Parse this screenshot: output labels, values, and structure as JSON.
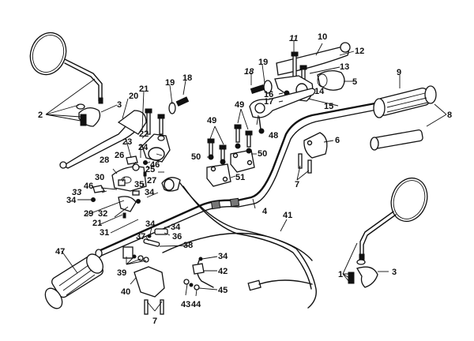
{
  "diagram": {
    "title": "Handlebar assembly exploded parts diagram",
    "background": "#ffffff",
    "ink_color": "#111111",
    "parts": [
      {
        "id": "mirror-left",
        "name": "Rear view mirror (left)"
      },
      {
        "id": "mirror-right",
        "name": "Rear view mirror (right)"
      },
      {
        "id": "handlebar",
        "name": "Handlebar"
      },
      {
        "id": "grip-right",
        "name": "Throttle grip"
      },
      {
        "id": "grip-left",
        "name": "Left grip"
      },
      {
        "id": "throttle-sleeve",
        "name": "Throttle sleeve"
      },
      {
        "id": "clutch-lever",
        "name": "Clutch lever"
      },
      {
        "id": "brake-lever",
        "name": "Front brake lever"
      },
      {
        "id": "holder-clamps",
        "name": "Handlebar holders"
      },
      {
        "id": "switch-housing",
        "name": "Switch housing"
      },
      {
        "id": "wire-harness",
        "name": "Wire harness"
      }
    ],
    "labels": [
      {
        "id": "l2",
        "text": "2"
      },
      {
        "id": "l3a",
        "text": "3"
      },
      {
        "id": "l20",
        "text": "20"
      },
      {
        "id": "l21a",
        "text": "21"
      },
      {
        "id": "l19a",
        "text": "19"
      },
      {
        "id": "l18a",
        "text": "18"
      },
      {
        "id": "l11",
        "text": "11"
      },
      {
        "id": "l10",
        "text": "10"
      },
      {
        "id": "l12",
        "text": "12"
      },
      {
        "id": "l19b",
        "text": "19"
      },
      {
        "id": "l18b",
        "text": "18"
      },
      {
        "id": "l13",
        "text": "13"
      },
      {
        "id": "l5",
        "text": "5"
      },
      {
        "id": "l14",
        "text": "14"
      },
      {
        "id": "l16",
        "text": "16"
      },
      {
        "id": "l17",
        "text": "17"
      },
      {
        "id": "l15",
        "text": "15"
      },
      {
        "id": "l9",
        "text": "9"
      },
      {
        "id": "l8",
        "text": "8"
      },
      {
        "id": "l49a",
        "text": "49"
      },
      {
        "id": "l49b",
        "text": "49"
      },
      {
        "id": "l48",
        "text": "48"
      },
      {
        "id": "l50a",
        "text": "50"
      },
      {
        "id": "l50b",
        "text": "50"
      },
      {
        "id": "l51",
        "text": "51"
      },
      {
        "id": "l6",
        "text": "6"
      },
      {
        "id": "l7a",
        "text": "7"
      },
      {
        "id": "l4",
        "text": "4"
      },
      {
        "id": "l22",
        "text": "22"
      },
      {
        "id": "l23",
        "text": "23"
      },
      {
        "id": "l24",
        "text": "24"
      },
      {
        "id": "l26",
        "text": "26"
      },
      {
        "id": "l25",
        "text": "25"
      },
      {
        "id": "l46a",
        "text": "46"
      },
      {
        "id": "l28",
        "text": "28"
      },
      {
        "id": "l27",
        "text": "27"
      },
      {
        "id": "l30",
        "text": "30"
      },
      {
        "id": "l46b",
        "text": "46"
      },
      {
        "id": "l35",
        "text": "35"
      },
      {
        "id": "l33",
        "text": "33"
      },
      {
        "id": "l34a",
        "text": "34"
      },
      {
        "id": "l34b",
        "text": "34"
      },
      {
        "id": "l29",
        "text": "29"
      },
      {
        "id": "l32",
        "text": "32"
      },
      {
        "id": "l21b",
        "text": "21"
      },
      {
        "id": "l31",
        "text": "31"
      },
      {
        "id": "l41",
        "text": "41"
      },
      {
        "id": "l34c",
        "text": "34"
      },
      {
        "id": "l34d",
        "text": "34"
      },
      {
        "id": "l37",
        "text": "37"
      },
      {
        "id": "l36",
        "text": "36"
      },
      {
        "id": "l38",
        "text": "38"
      },
      {
        "id": "l47",
        "text": "47"
      },
      {
        "id": "l39",
        "text": "39"
      },
      {
        "id": "l40",
        "text": "40"
      },
      {
        "id": "l7b",
        "text": "7"
      },
      {
        "id": "l34e",
        "text": "34"
      },
      {
        "id": "l42",
        "text": "42"
      },
      {
        "id": "l43",
        "text": "43"
      },
      {
        "id": "l44",
        "text": "44"
      },
      {
        "id": "l45",
        "text": "45"
      },
      {
        "id": "l1",
        "text": "1"
      },
      {
        "id": "l3b",
        "text": "3"
      }
    ]
  }
}
